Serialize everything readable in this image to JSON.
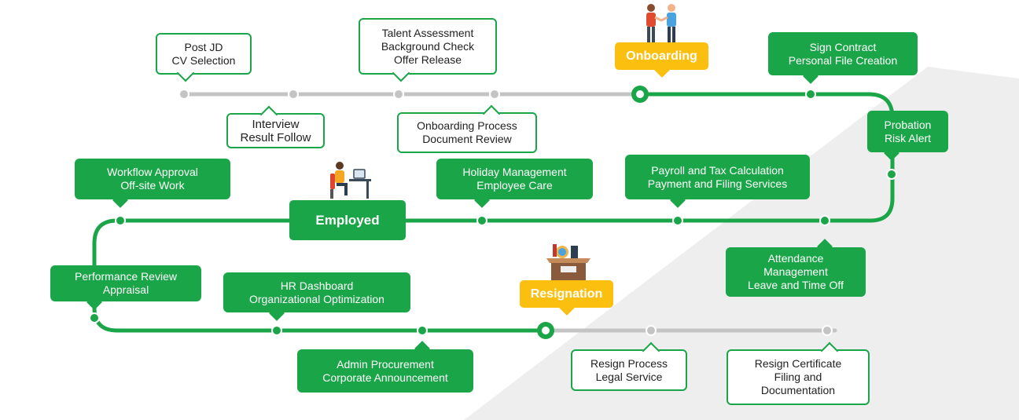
{
  "stages": {
    "onboarding": "Onboarding",
    "employed": "Employed",
    "resignation": "Resignation"
  },
  "steps": {
    "post_jd": [
      "Post JD",
      "CV Selection"
    ],
    "interview": [
      "Interview",
      "Result Follow"
    ],
    "talent_assessment": [
      "Talent Assessment",
      "Background Check",
      "Offer Release"
    ],
    "onboarding_process": [
      "Onboarding Process",
      "Document Review"
    ],
    "sign_contract": [
      "Sign Contract",
      "Personal File Creation"
    ],
    "probation": [
      "Probation",
      "Risk Alert"
    ],
    "workflow_approval": [
      "Workflow Approval",
      "Off-site Work"
    ],
    "holiday_management": [
      "Holiday Management",
      "Employee Care"
    ],
    "payroll": [
      "Payroll and Tax Calculation",
      "Payment and Filing Services"
    ],
    "attendance": [
      "Attendance",
      "Management",
      "Leave and Time Off"
    ],
    "performance_review": [
      "Performance Review",
      "Appraisal"
    ],
    "hr_dashboard": [
      "HR Dashboard",
      "Organizational Optimization"
    ],
    "admin_procurement": [
      "Admin Procurement",
      "Corporate Announcement"
    ],
    "resign_process": [
      "Resign Process",
      "Legal Service"
    ],
    "resign_certificate": [
      "Resign Certificate",
      "Filing and",
      "Documentation"
    ]
  },
  "icons": {
    "onboarding": "handshake-icon",
    "employed": "person-at-desk-icon",
    "resignation": "box-with-items-icon"
  },
  "colors": {
    "green": "#1aa548",
    "gray": "#c4c4c4",
    "yellow": "#fbbf0f",
    "background_shape": "#eeeeee"
  }
}
